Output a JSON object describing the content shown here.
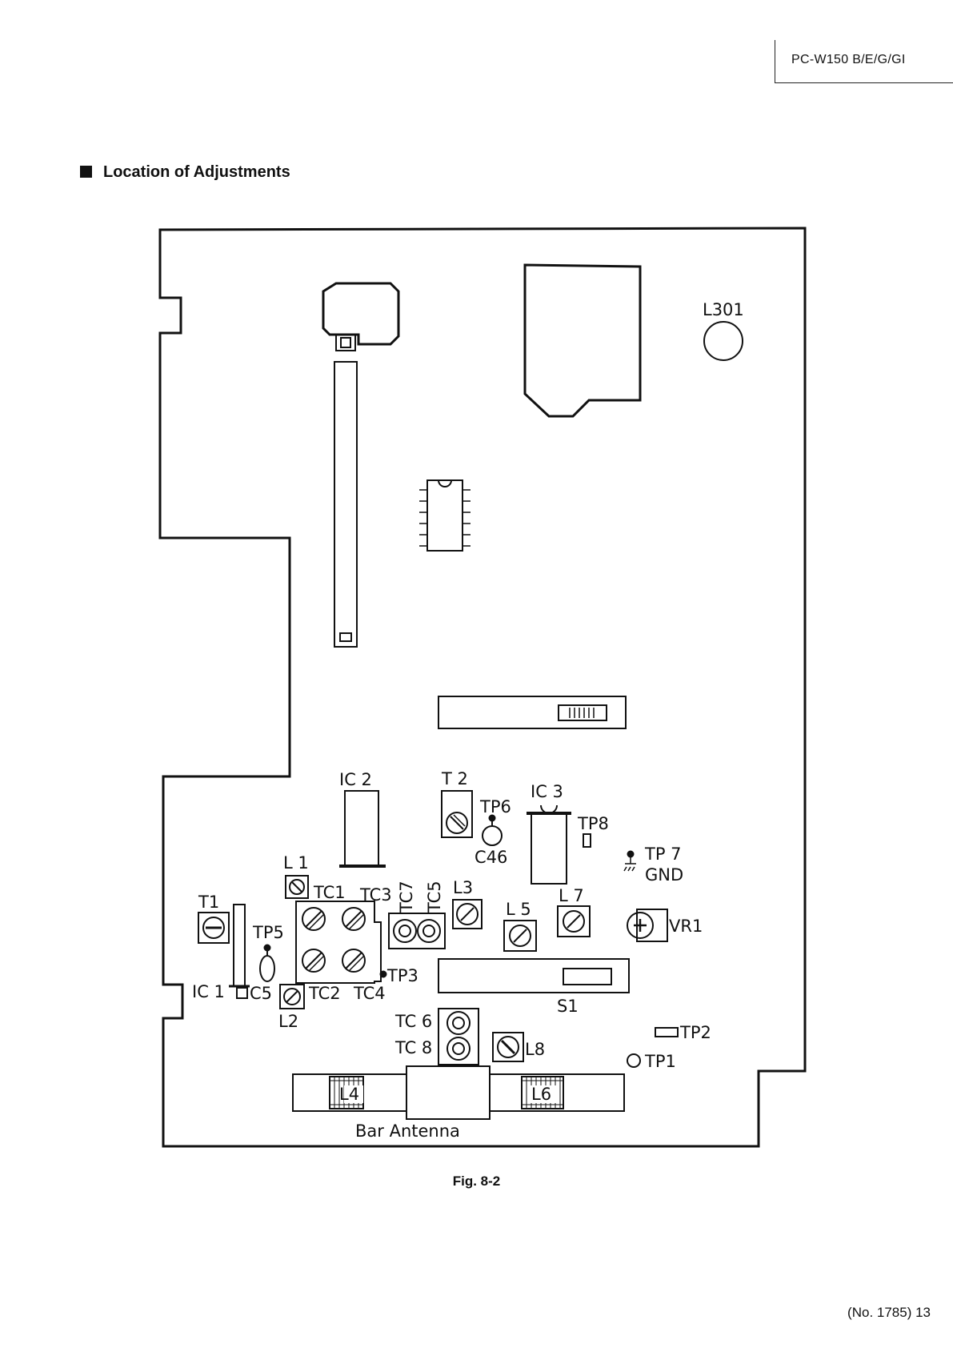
{
  "header": {
    "model": "PC-W150 B/E/G/GI"
  },
  "section": {
    "title": "Location of Adjustments"
  },
  "labels": {
    "l301": "L301",
    "ic2": "IC 2",
    "t2": "T 2",
    "ic3": "IC 3",
    "tp6": "TP6",
    "tp8": "TP8",
    "c46": "C46",
    "tp7": "TP 7",
    "gnd": "GND",
    "l1": "L 1",
    "tc1": "TC1",
    "tc3": "TC3",
    "tc7": "TC7",
    "tc5": "TC5",
    "l3": "L3",
    "l5": "L 5",
    "l7": "L 7",
    "t1": "T1",
    "tp5": "TP5",
    "vr1": "VR1",
    "tp3": "TP3",
    "ic1": "IC 1",
    "c5": "C5",
    "tc2": "TC2",
    "tc4": "TC4",
    "s1": "S1",
    "l2": "L2",
    "tc6": "TC 6",
    "tc8": "TC 8",
    "l8": "L8",
    "tp2": "TP2",
    "tp1": "TP1",
    "l4": "L4",
    "l6": "L6",
    "bar_antenna": "Bar Antenna"
  },
  "figure": {
    "caption": "Fig. 8-2"
  },
  "footer": {
    "page": "(No. 1785) 13"
  }
}
